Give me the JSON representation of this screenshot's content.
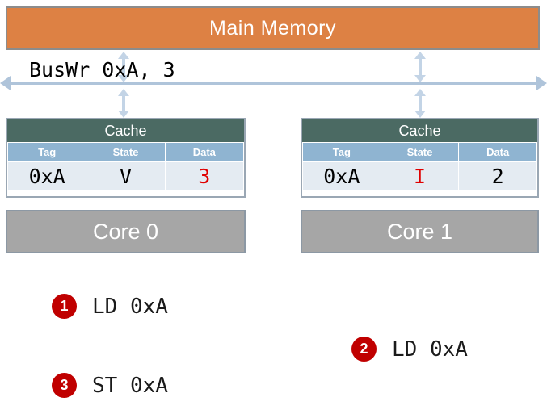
{
  "diagram": {
    "main_memory": {
      "label": "Main Memory",
      "color": "#DD8144"
    },
    "bus": {
      "label": "BusWr 0xA, 3",
      "color": "#AFC4DA"
    },
    "caches": [
      {
        "title": "Cache",
        "columns": [
          "Tag",
          "State",
          "Data"
        ],
        "row": {
          "tag": "0xA",
          "state": "V",
          "data": "3"
        },
        "highlight": "data",
        "highlight_color": "#E00000"
      },
      {
        "title": "Cache",
        "columns": [
          "Tag",
          "State",
          "Data"
        ],
        "row": {
          "tag": "0xA",
          "state": "I",
          "data": "2"
        },
        "highlight": "state",
        "highlight_color": "#E00000"
      }
    ],
    "cores": [
      {
        "label": "Core 0",
        "color": "#A6A6A6"
      },
      {
        "label": "Core 1",
        "color": "#A6A6A6"
      }
    ],
    "steps": [
      {
        "number": "1",
        "text": "LD 0xA"
      },
      {
        "number": "2",
        "text": "LD 0xA"
      },
      {
        "number": "3",
        "text": "ST 0xA"
      }
    ],
    "badge_color": "#C00000"
  }
}
